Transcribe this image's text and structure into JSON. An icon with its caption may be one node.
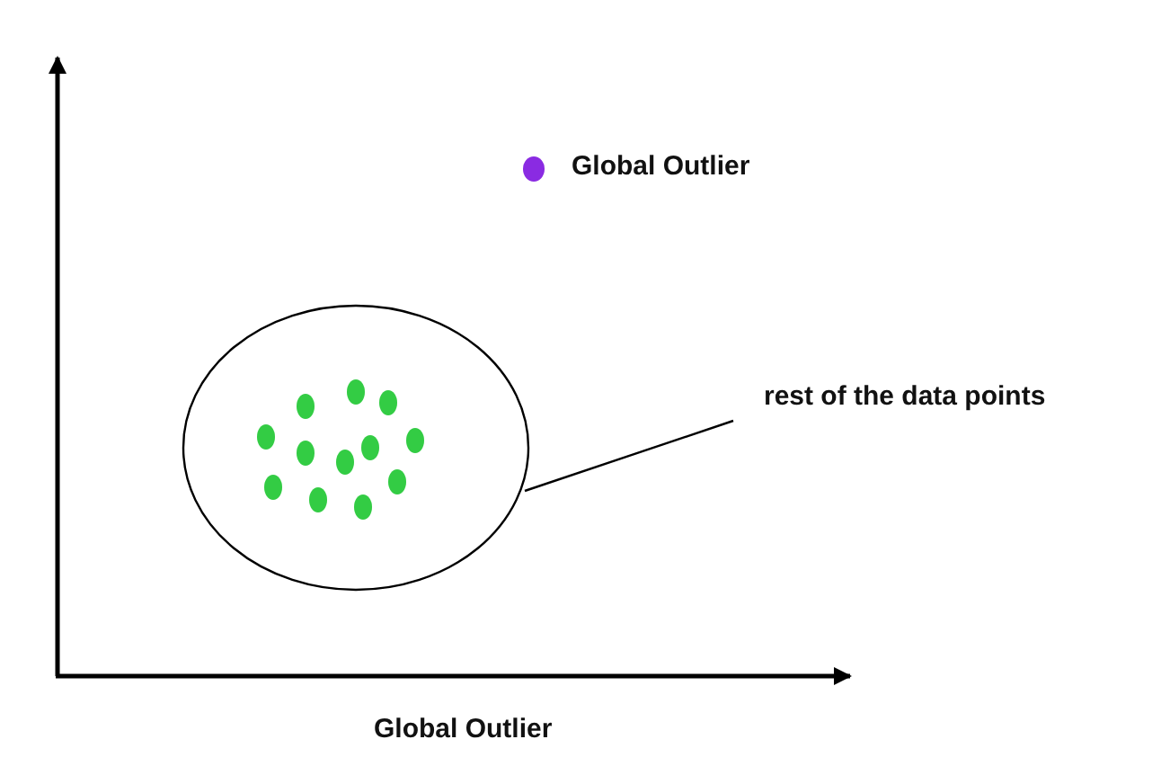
{
  "diagram": {
    "caption": "Global Outlier",
    "nodes": [
      {
        "text": [],
        "shape": "circle"
      },
      {
        "text": [
          "rest of the data points"
        ]
      }
    ],
    "edges": [
      {
        "from": 1,
        "to": 0,
        "arrow": "none"
      }
    ],
    "labels": [
      "Global Outlier"
    ]
  }
}
